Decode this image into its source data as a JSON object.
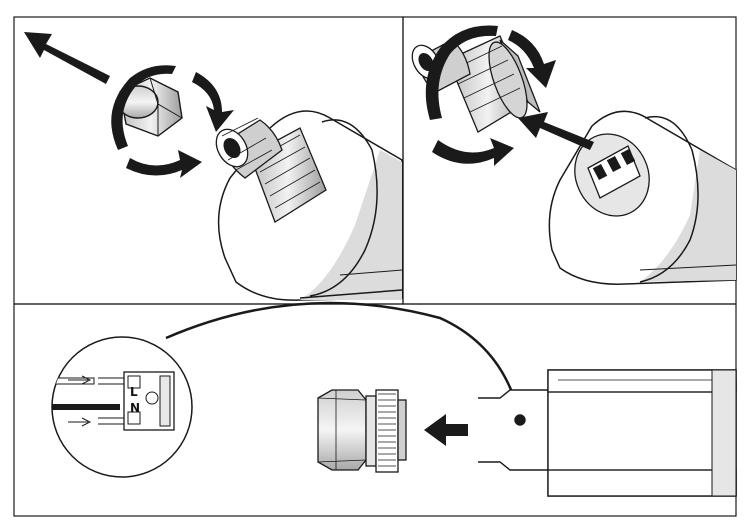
{
  "panels": [
    {
      "id": "step-1",
      "caption": ""
    },
    {
      "id": "step-2",
      "caption": ""
    },
    {
      "id": "step-3",
      "caption": ""
    }
  ],
  "terminal": {
    "label_l": "L",
    "label_n": "N"
  },
  "colors": {
    "line": "#1a1a1a",
    "fill": "#ffffff",
    "shade": "#d9d9d9",
    "arrow": "#1a1a1a"
  }
}
